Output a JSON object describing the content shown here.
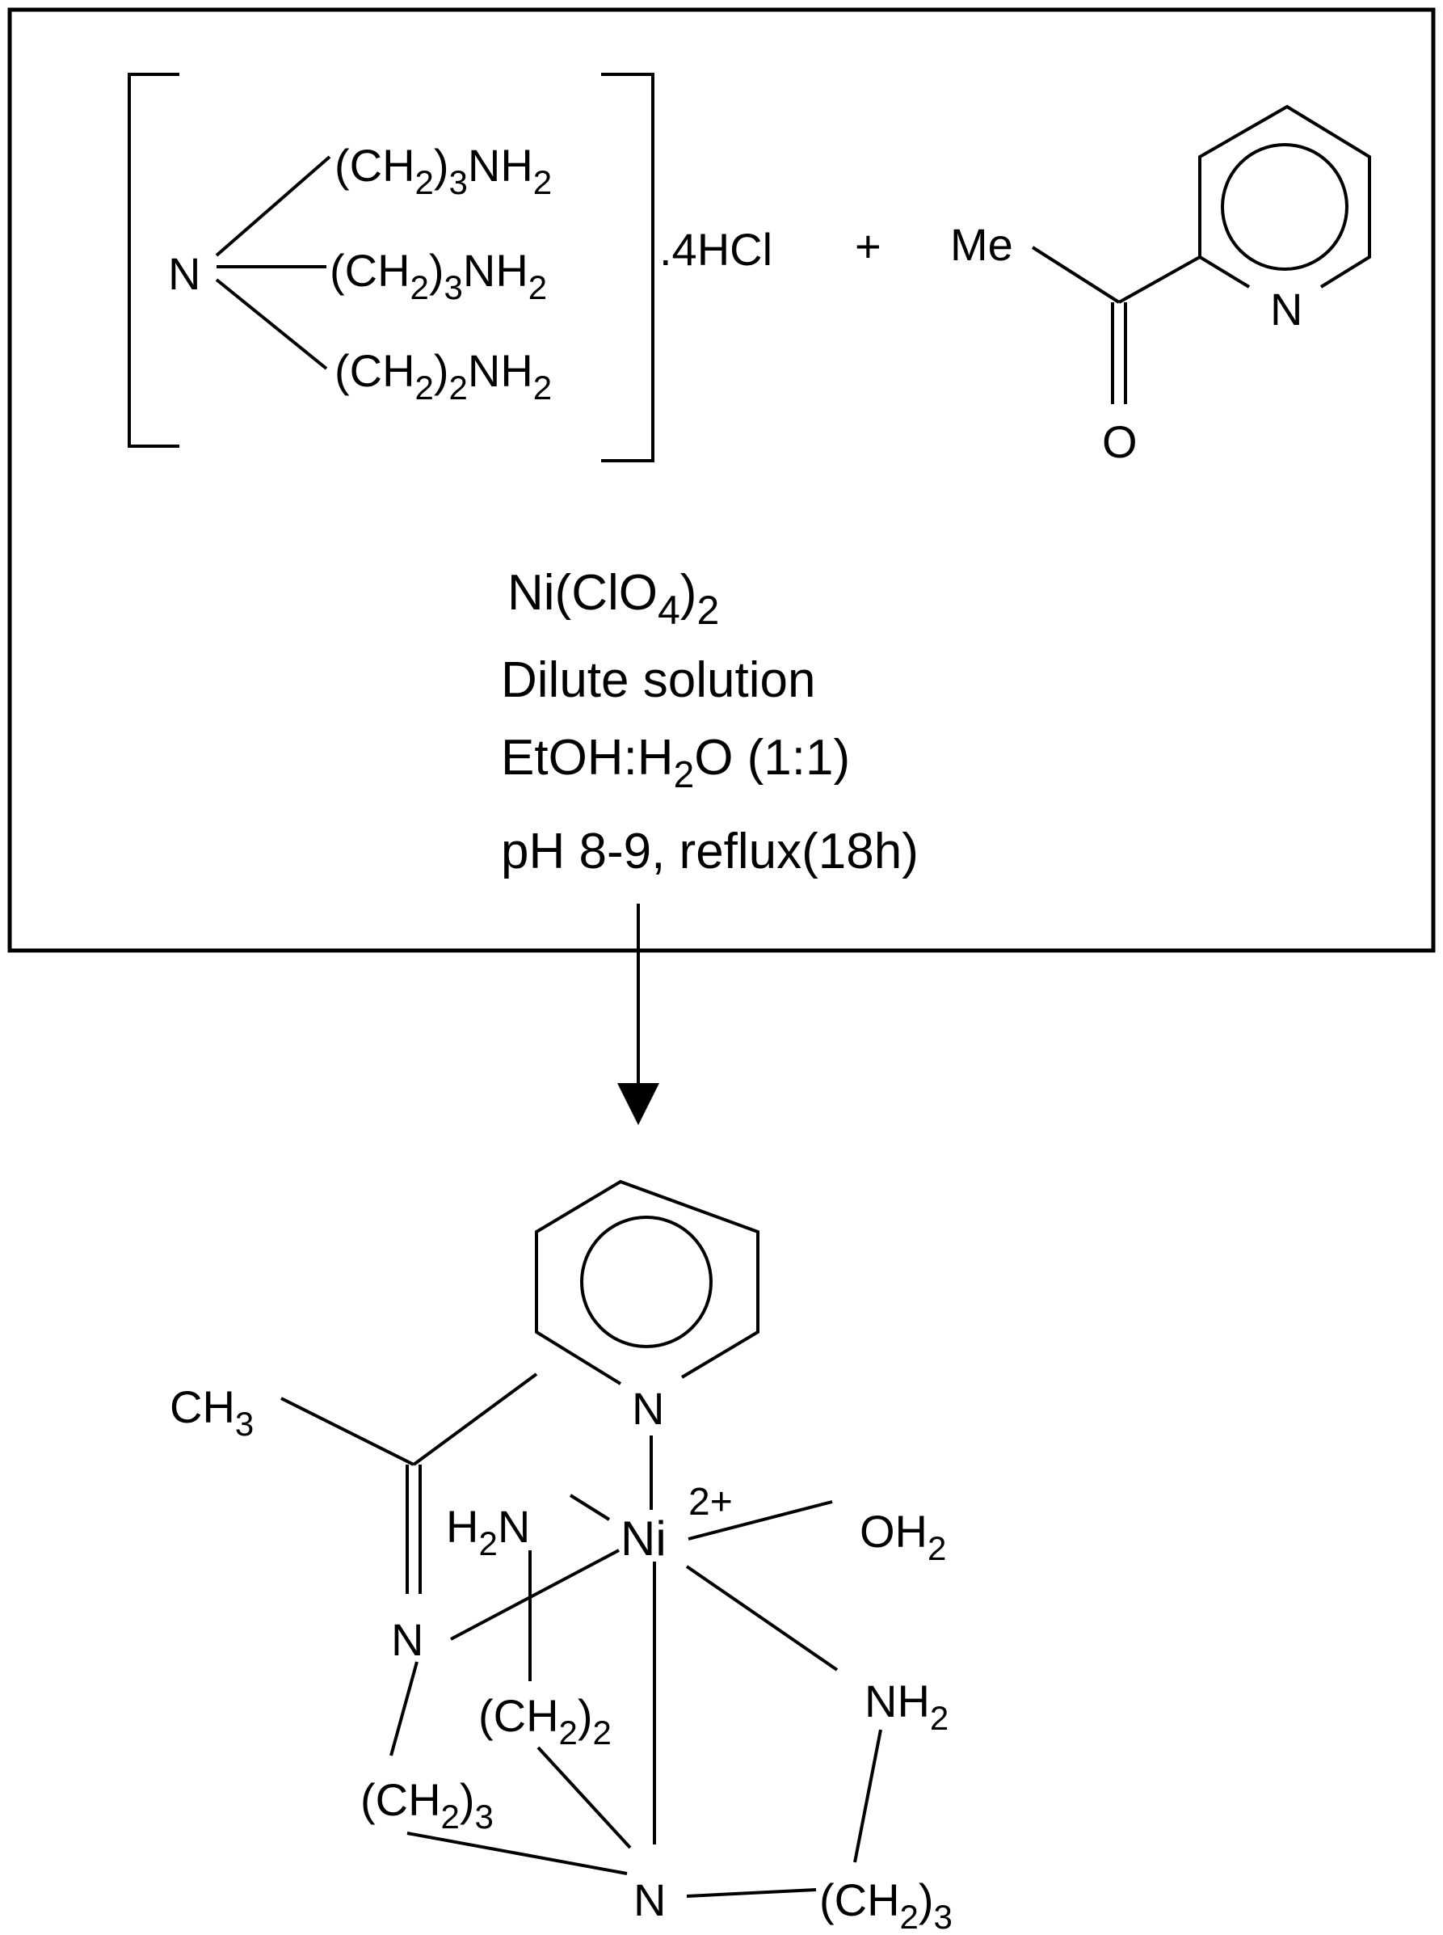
{
  "reactants": {
    "amine": {
      "center_atom": "N",
      "arm1": {
        "main": "(CH",
        "sub1": "2",
        "mid": ")",
        "sub2": "3",
        "tail": "NH",
        "sub3": "2"
      },
      "arm2": {
        "main": "(CH",
        "sub1": "2",
        "mid": ")",
        "sub2": "3",
        "tail": "NH",
        "sub3": "2"
      },
      "arm3": {
        "main": "(CH",
        "sub1": "2",
        "mid": ")",
        "sub2": "2",
        "tail": "NH",
        "sub3": "2"
      },
      "salt_suffix": ".4HCl"
    },
    "plus_sign": "+",
    "ketone": {
      "methyl_label": "Me",
      "oxygen_label": "O",
      "ring_nitrogen_label": "N"
    }
  },
  "conditions": {
    "reagent": {
      "main": "Ni(ClO",
      "sub1": "4",
      "mid": ")",
      "sub2": "2"
    },
    "line2": "Dilute solution",
    "line3": {
      "pre": "EtOH:H",
      "sub": "2",
      "post": "O (1:1)"
    },
    "line4": "pH 8-9, reflux(18h)"
  },
  "product": {
    "methyl": {
      "main": "CH",
      "sub": "3"
    },
    "pyridine_nitrogen": "N",
    "metal": "Ni",
    "charge": "2+",
    "water_ligand": {
      "main": "OH",
      "sub": "2"
    },
    "amine_ligand_left": {
      "pre": "H",
      "sub": "2",
      "post": "N"
    },
    "amine_ligand_right": {
      "main": "NH",
      "sub": "2"
    },
    "imine_nitrogen": "N",
    "tertiary_nitrogen": "N",
    "chain_ethylene": {
      "main": "(CH",
      "sub1": "2",
      "mid": ")",
      "sub2": "2"
    },
    "chain_propylene_left": {
      "main": "(CH",
      "sub1": "2",
      "mid": ")",
      "sub2": "3"
    },
    "chain_propylene_right": {
      "main": "(CH",
      "sub1": "2",
      "mid": ")",
      "sub2": "3"
    }
  }
}
